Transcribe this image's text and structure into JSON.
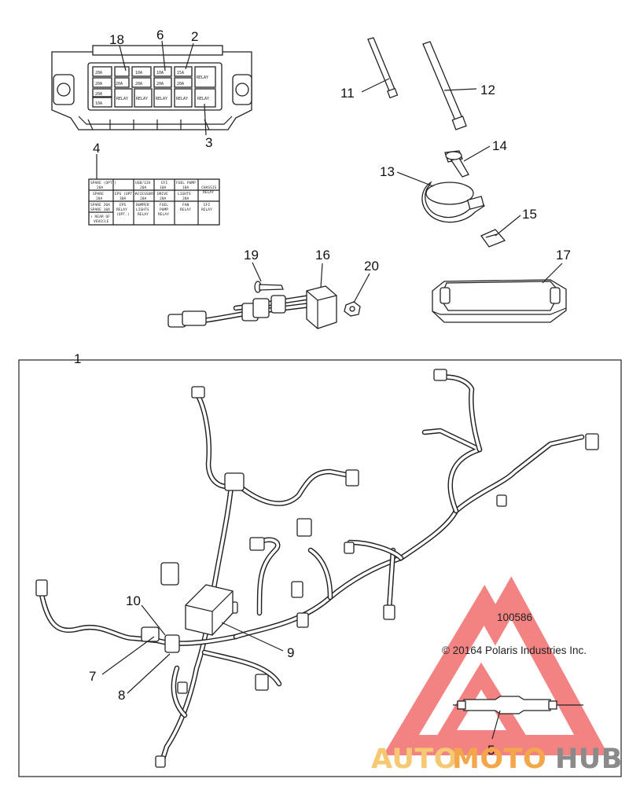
{
  "diagram": {
    "figure_number": "100586",
    "copyright": "© 20164 Polaris Industries Inc.",
    "callouts": {
      "c1": "1",
      "c2": "2",
      "c3": "3",
      "c4": "4",
      "c5": "5",
      "c6": "6",
      "c7": "7",
      "c8": "8",
      "c9": "9",
      "c10": "10",
      "c11": "11",
      "c12": "12",
      "c13": "13",
      "c14": "14",
      "c15": "15",
      "c16": "16",
      "c17": "17",
      "c18": "18",
      "c19": "19",
      "c20": "20"
    },
    "fuse_block_labels": {
      "r1": [
        "20A",
        "",
        "10A",
        "10A",
        "15A",
        "RELAY"
      ],
      "r2": [
        "20A",
        "20A",
        "20A",
        "20A",
        "20A",
        ""
      ],
      "r3": [
        "20A",
        "",
        "",
        "",
        "",
        ""
      ],
      "r4": [
        "10A",
        "RELAY",
        "RELAY",
        "RELAY",
        "RELAY",
        "RELAY"
      ]
    },
    "decal_label": {
      "row1": [
        "SPARE (OPT.)",
        "20A",
        "",
        "USB/12V",
        "20A",
        "EFI",
        "10A",
        "FUEL PUMP",
        "10A",
        "CHASSIS",
        "RELAY"
      ],
      "row2": [
        "SPARE",
        "20A",
        "EPS (OPT.)",
        "30A",
        "ACCESSORY",
        "20A",
        "DRIVE",
        "20A",
        "LIGHTS",
        "20A",
        ""
      ],
      "row3": [
        "SPARE 20A",
        "SPARE 10A",
        "EPS",
        "RELAY",
        "(OPT.)",
        "BUMPER",
        "LIGHTS",
        "RELAY",
        "FUEL",
        "PUMP",
        "RELAY",
        "FAN",
        "RELAY",
        "EFI",
        "RELAY"
      ],
      "front": "↑ REAR OF",
      "vehicle": "VEHICLE"
    }
  },
  "watermark": {
    "text_a": "AUTO",
    "text_b": "MOTO",
    "text_c": "HUB",
    "colors": {
      "a": "#f7c873",
      "b": "#f4a64b",
      "c": "#8a8a8a",
      "logo": "#ef5a5a"
    }
  }
}
